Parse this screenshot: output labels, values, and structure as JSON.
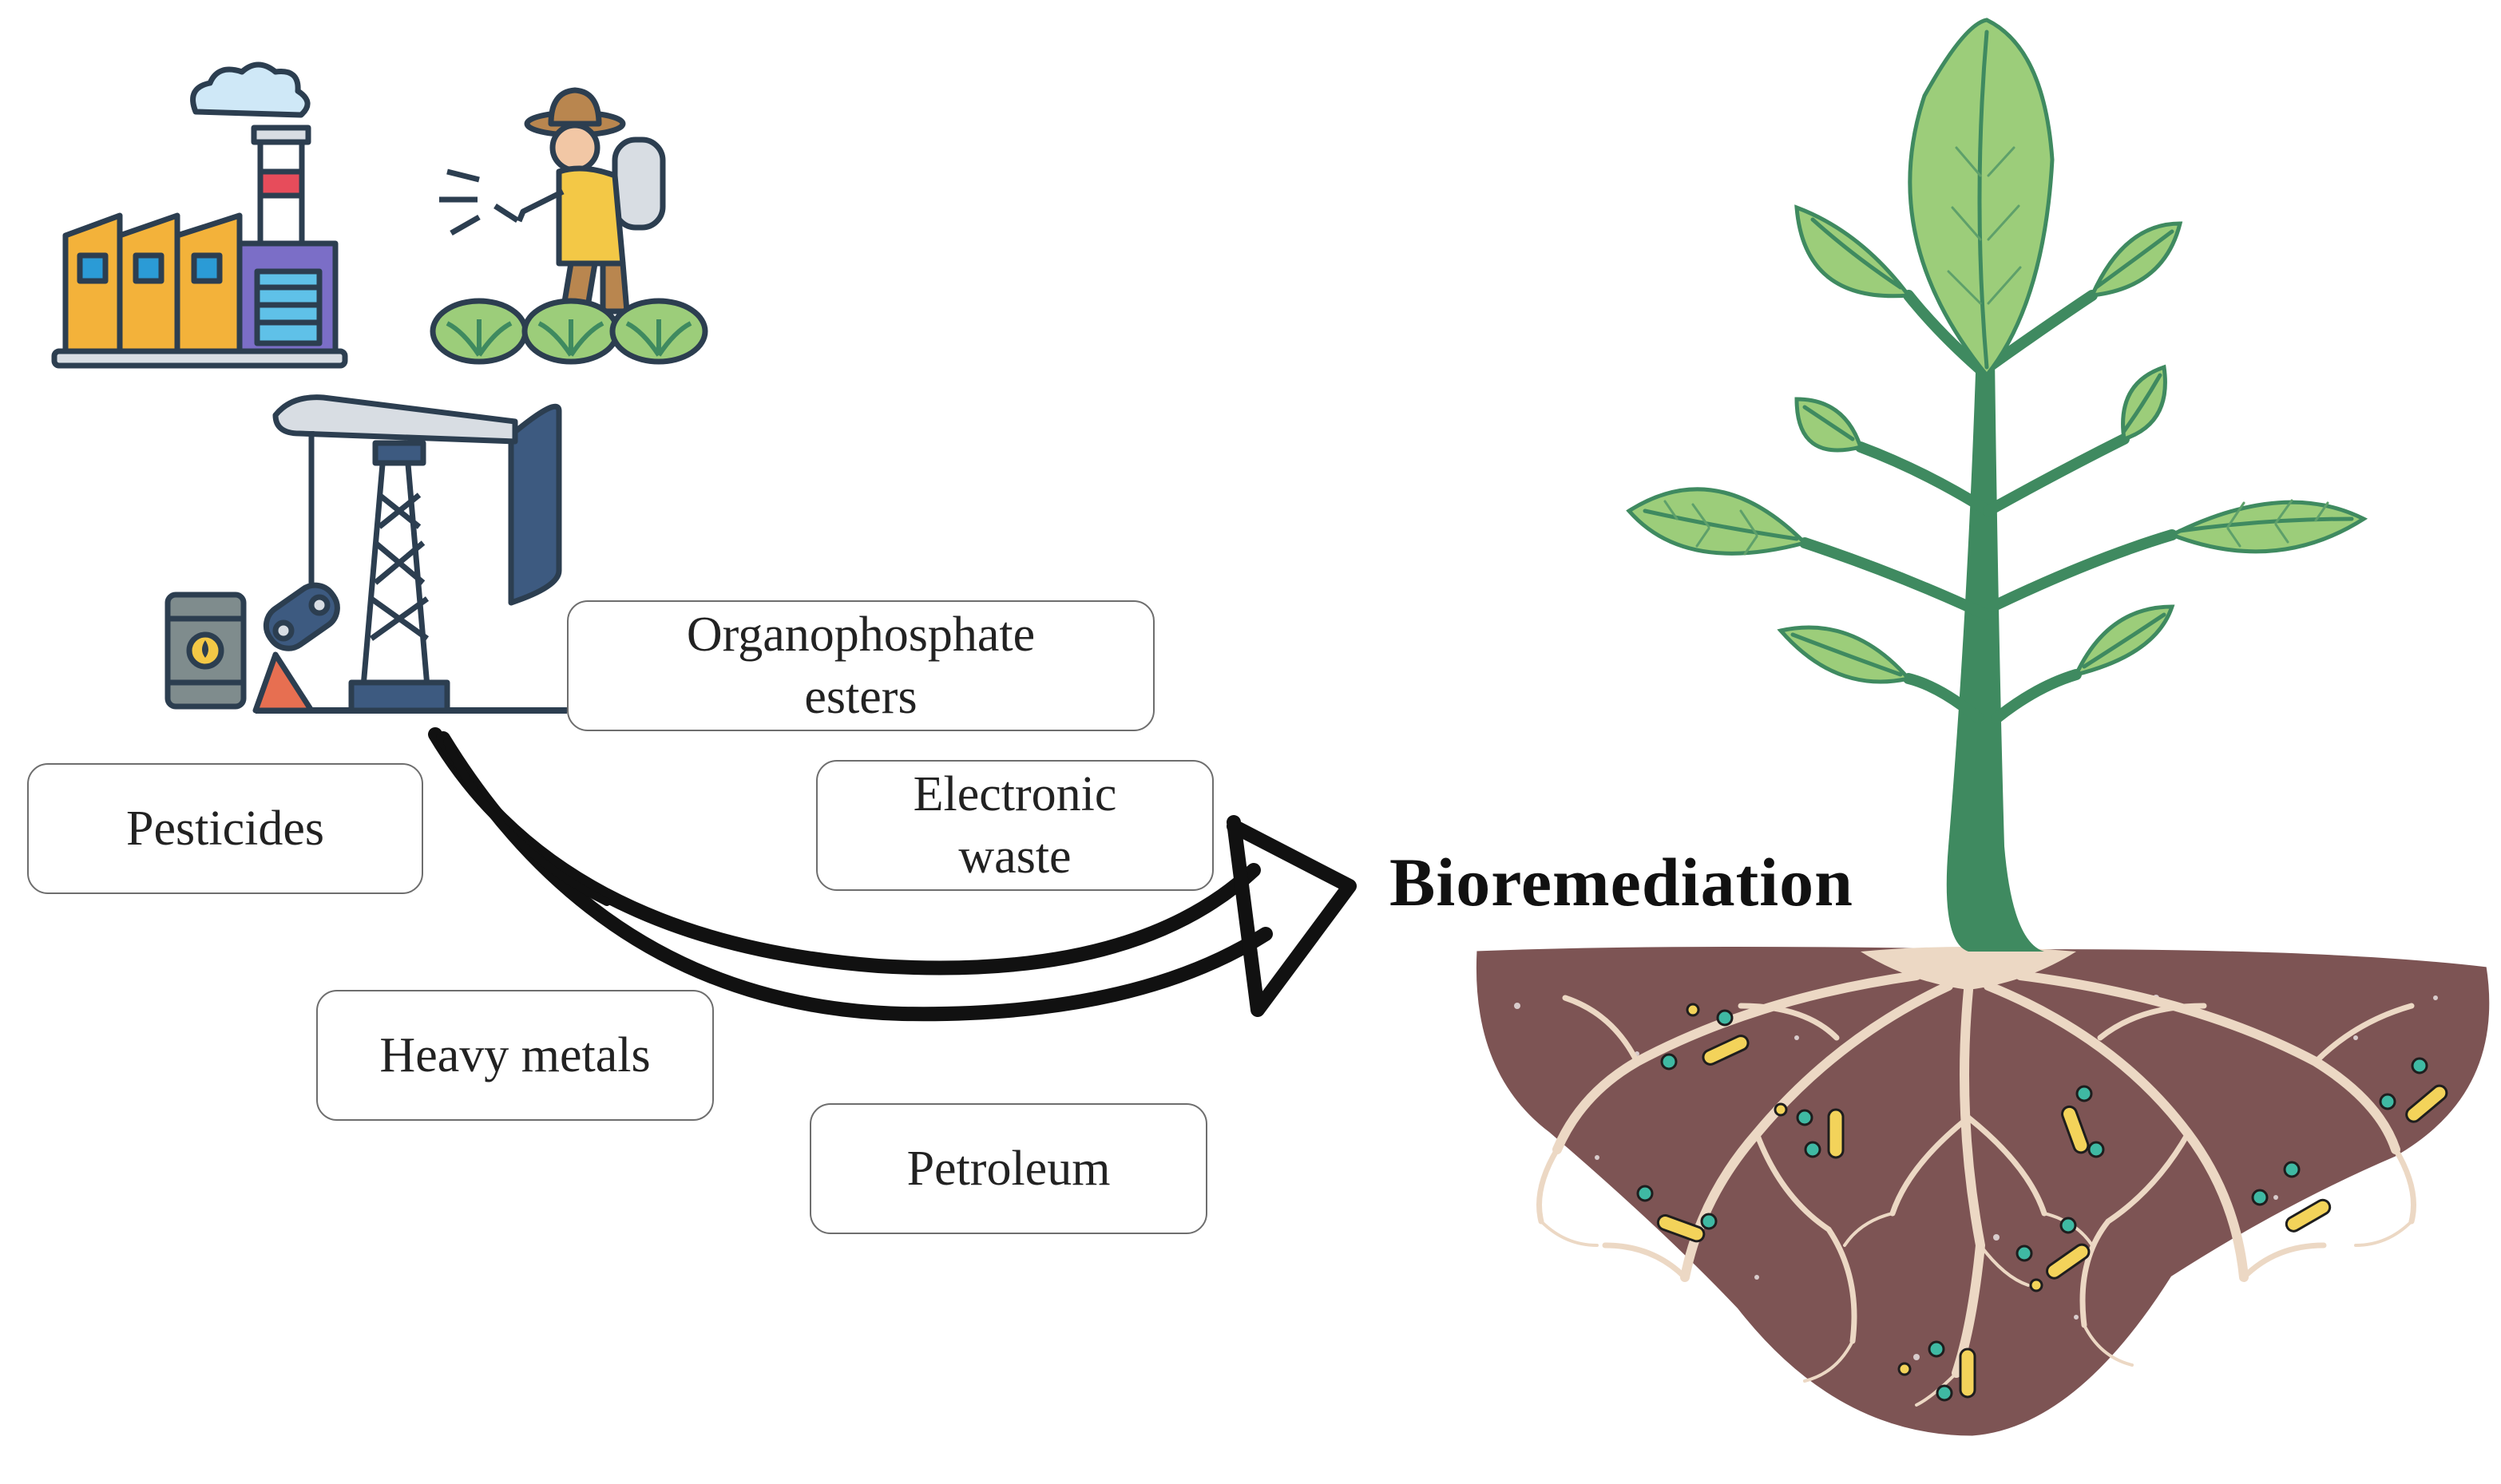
{
  "labels": {
    "organophosphate": "Organophosphate\nesters",
    "electronic_waste": "Electronic\nwaste",
    "pesticides": "Pesticides",
    "heavy_metals": "Heavy metals",
    "petroleum": "Petroleum"
  },
  "title": "Bioremediation",
  "icons": [
    "factory-icon",
    "farmer-spraying-icon",
    "oil-pumpjack-icon",
    "oil-barrel-icon",
    "plant-icon",
    "soil-icon",
    "roots-icon",
    "microbe-icon",
    "arrow-icon"
  ],
  "colors": {
    "soil": "#7d5454",
    "roots": "#ecd8c4",
    "stem": "#3f8a60",
    "leaf": "#9ccd7a",
    "leaf_vein": "#3f8a60",
    "factory": "#f3b23a",
    "factory_blue": "#2b9bd6",
    "pump_dark": "#3d5a80",
    "microbe_yellow": "#f3d35a",
    "microbe_teal": "#3fb9a3"
  }
}
